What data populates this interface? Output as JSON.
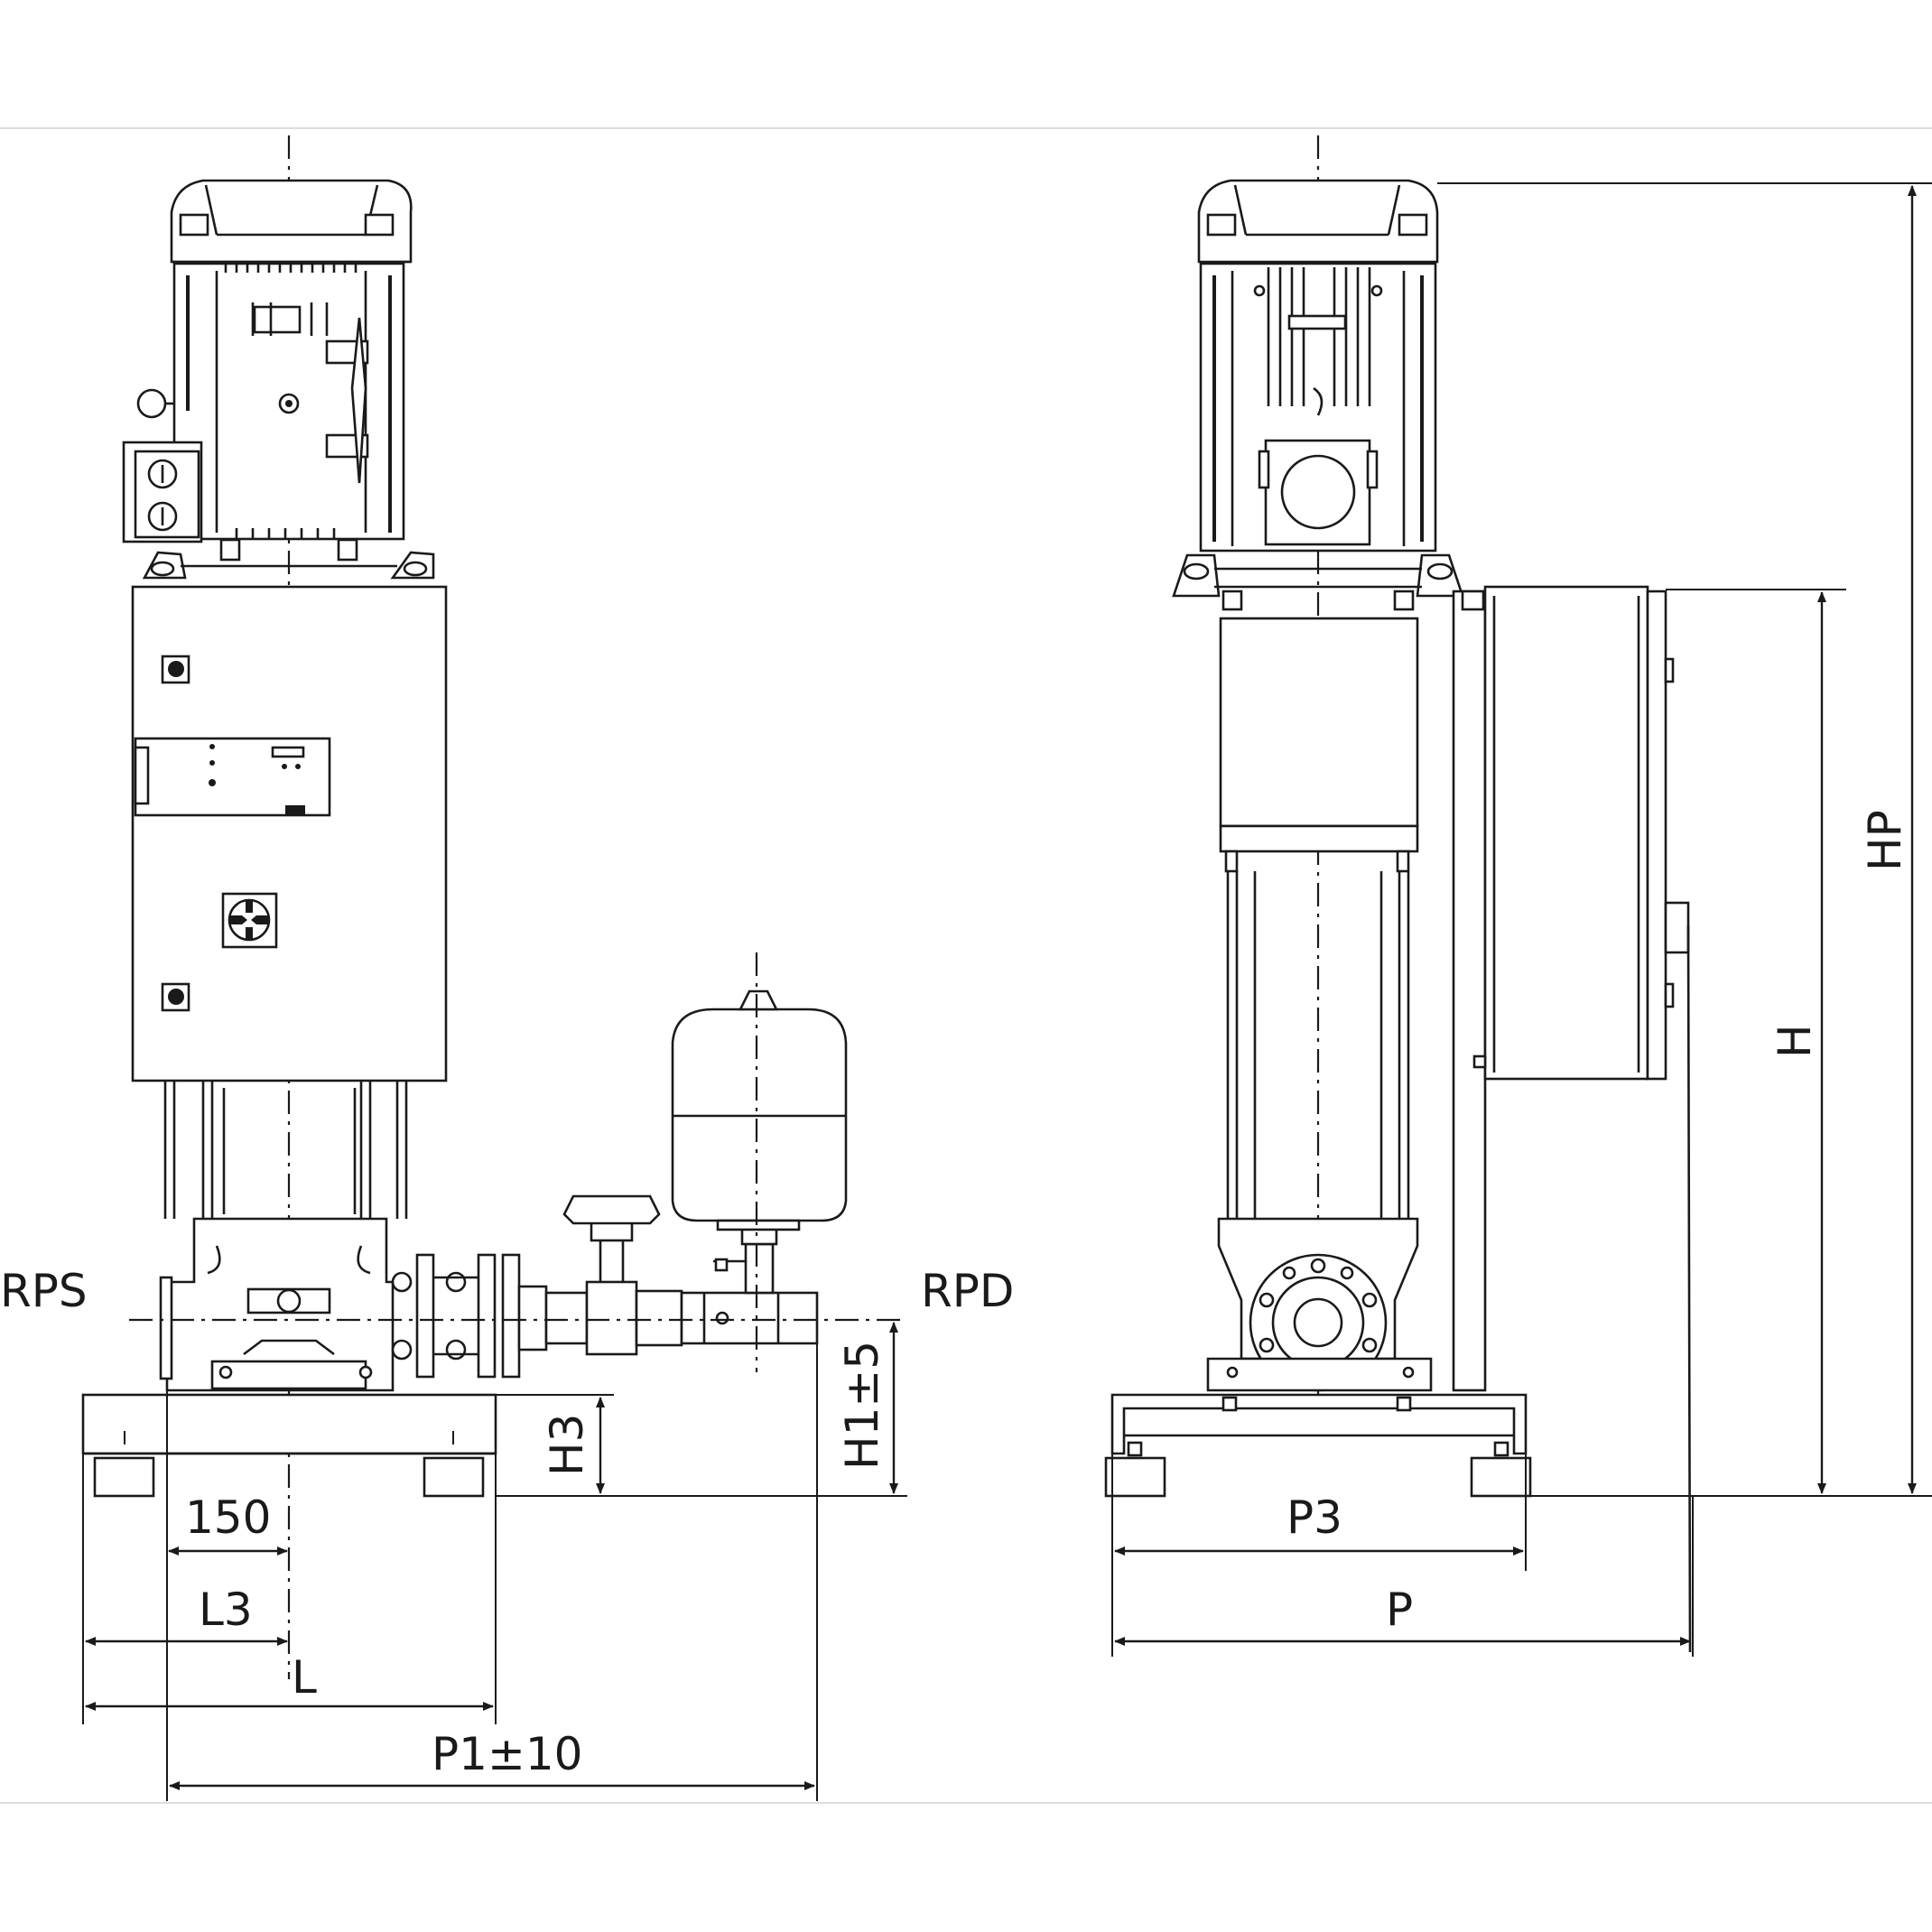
{
  "labels": {
    "rps": "RPS",
    "rpd": "RPD",
    "h3": "H3",
    "h1": "H1±5",
    "d150": "150",
    "l3": "L3",
    "l": "L",
    "p1": "P1±10",
    "p3": "P3",
    "p": "P",
    "h": "H",
    "hp": "HP"
  }
}
